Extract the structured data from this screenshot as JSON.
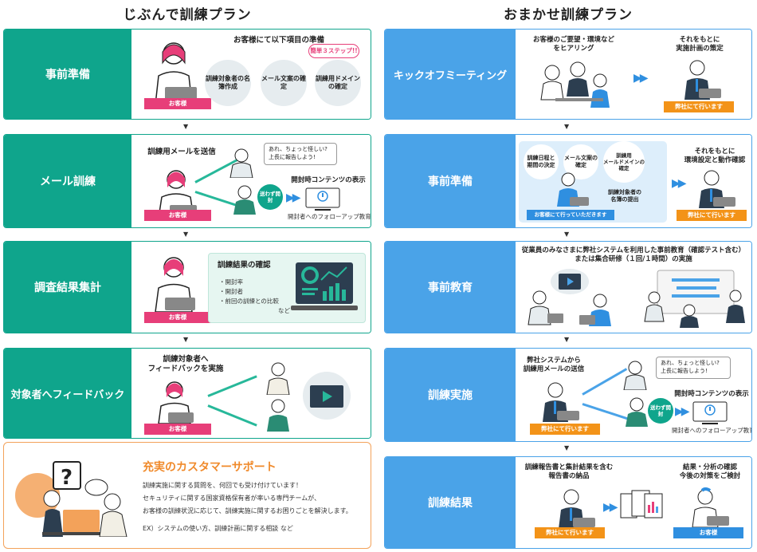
{
  "left_title": "じぶんで訓練プラン",
  "right_title": "おまかせ訓練プラン",
  "arrow_glyph": "▼",
  "left_steps": [
    {
      "label": "事前準備",
      "heading": "お客様にて以下項目の準備",
      "badge": "簡単３ステップ!!",
      "items": [
        "訓練対象者の名簿作成",
        "メール文案の確定",
        "訓練用ドメインの確定"
      ],
      "tag": "お客様"
    },
    {
      "label": "メール訓練",
      "heading": "訓練用メールを送信",
      "bubble": "あれ、ちょっと怪しい?\n上長に報告しよう!",
      "content_title": "開封時コンテンツの表示",
      "badge": "送わず開封",
      "followup": "開封者へのフォローアップ教育",
      "tag": "お客様"
    },
    {
      "label": "調査結果集計",
      "heading": "訓練結果の確認",
      "bullets": [
        "・開封率",
        "・開封者",
        "・前回の訓練との比較"
      ],
      "etc": "など",
      "tag": "お客様"
    },
    {
      "label": "対象者へフィードバック",
      "heading": "訓練対象者へ\nフィードバックを実施",
      "tag": "お客様"
    }
  ],
  "support": {
    "title": "充実のカスタマーサポート",
    "line1": "訓練実施に関する質問を、何回でも受け付けています！",
    "line2": "セキュリティに関する国家資格保有者が率いる専門チームが、",
    "line3": "お客様の訓練状況に応じて、訓練実施に関するお困りごとを解決します。",
    "example": "EX）システムの使い方、訓練計画に関する相談 など"
  },
  "right_steps": [
    {
      "label": "キックオフミーティング",
      "left_text": "お客様のご要望・環境など\nをヒアリング",
      "right_text": "それをもとに\n実施計画の策定",
      "tag": "弊社にて行います"
    },
    {
      "label": "事前準備",
      "items": [
        "訓練日程と\n期間の決定",
        "メール文案の\n確定",
        "訓練用\nメールドメインの\n確定",
        "訓練対象者の\n名簿の提出"
      ],
      "customer_tag": "お客様にて行っていただきます",
      "right_text": "それをもとに\n環境設定と動作確認",
      "tag": "弊社にて行います"
    },
    {
      "label": "事前教育",
      "heading": "従業員のみなさまに弊社システムを利用した事前教育（確認テスト含む）\nまたは集合研修（１回/１時間）の実施"
    },
    {
      "label": "訓練実施",
      "heading": "弊社システムから\n訓練用メールの送信",
      "bubble": "あれ、ちょっと怪しい?\n上長に報告しよう!",
      "content_title": "開封時コンテンツの表示",
      "badge": "送わず開封",
      "followup": "開封者へのフォローアップ教育",
      "tag": "弊社にて行います"
    },
    {
      "label": "訓練結果",
      "left_text": "訓練報告書と集計結果を含む\n報告書の納品",
      "right_text": "結果・分析の確認\n今後の対策をご検討",
      "tag_left": "弊社にて行います",
      "tag_right": "お客様"
    }
  ]
}
